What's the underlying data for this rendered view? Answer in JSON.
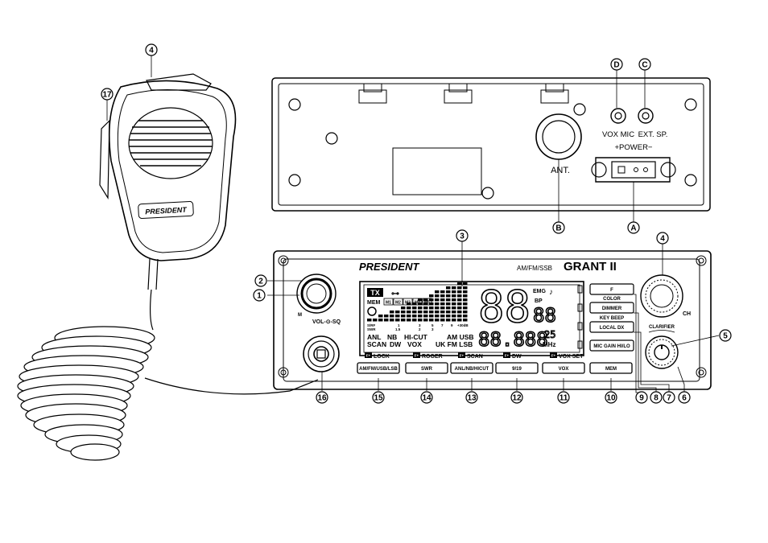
{
  "brand": "PRESIDENT",
  "model": "GRANT II",
  "modes_label": "AM/FM/SSB",
  "rear_panel": {
    "vox_mic": "VOX MIC",
    "ext_sp": "EXT. SP.",
    "power": "+POWER−",
    "ant": "ANT."
  },
  "callouts": [
    "1",
    "2",
    "3",
    "4",
    "5",
    "6",
    "7",
    "8",
    "9",
    "10",
    "11",
    "12",
    "13",
    "14",
    "15",
    "16",
    "17",
    "A",
    "B",
    "C",
    "D"
  ],
  "front_knobs": {
    "vol_sq": "VOL-⊙-SQ",
    "ch": "CH",
    "clarifier": "CLARIFIER",
    "m": "M"
  },
  "lcd": {
    "tx": "TX",
    "mem": "MEM",
    "mem_slots": [
      "M1",
      "M2",
      "M3",
      "M4",
      "M5"
    ],
    "smeter_row1": "S/RF",
    "smeter_row2": "SWR",
    "scale_top": [
      "1",
      "3",
      "5",
      "7",
      "9",
      "+30dB"
    ],
    "scale_bottom": [
      "1.5",
      "2",
      "3"
    ],
    "anl": "ANL",
    "nb": "NB",
    "hicut": "HI-CUT",
    "am_usb": "AM USB",
    "scan": "SCAN",
    "dw": "DW",
    "vox": "VOX",
    "uk_fm_lsb": "UK FM LSB",
    "emg": "EMG",
    "bp": "BP",
    "channel": "88",
    "sub_channel": "88",
    "frequency": "88.888",
    "freq_small": "25",
    "mhz": "MHz"
  },
  "right_buttons": [
    {
      "label": "F",
      "sub": "COLOR"
    },
    {
      "label": "DIMMER",
      "sub": "KEY BEEP"
    },
    {
      "label": "LOCAL DX",
      "sub": ""
    },
    {
      "label": "MIC GAIN HI/LO",
      "sub": ""
    }
  ],
  "bottom_buttons": [
    {
      "label": "AM/FM/USB/LSB",
      "fn": "LOCK",
      "tag": "F+"
    },
    {
      "label": "SWR",
      "fn": "ROGER",
      "tag": "F+"
    },
    {
      "label": "ANL/NB/HICUT",
      "fn": "SCAN",
      "tag": "F+"
    },
    {
      "label": "9/19",
      "fn": "DW",
      "tag": "F+"
    },
    {
      "label": "VOX",
      "fn": "VOX SET",
      "tag": "F+"
    },
    {
      "label": "MEM",
      "fn": "",
      "tag": ""
    }
  ]
}
